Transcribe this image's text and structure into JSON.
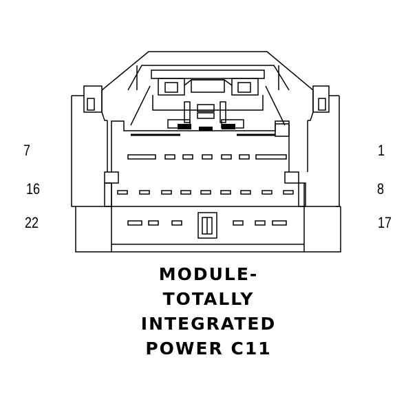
{
  "pin_labels": {
    "top_left": "7",
    "top_right": "1",
    "middle_left": "16",
    "middle_right": "8",
    "bottom_left": "22",
    "bottom_right": "17"
  },
  "caption": {
    "line1": "MODULE-",
    "line2": "TOTALLY",
    "line3": "INTEGRATED",
    "line4": "POWER C11"
  },
  "colors": {
    "line": "#000000",
    "background": "#ffffff"
  }
}
